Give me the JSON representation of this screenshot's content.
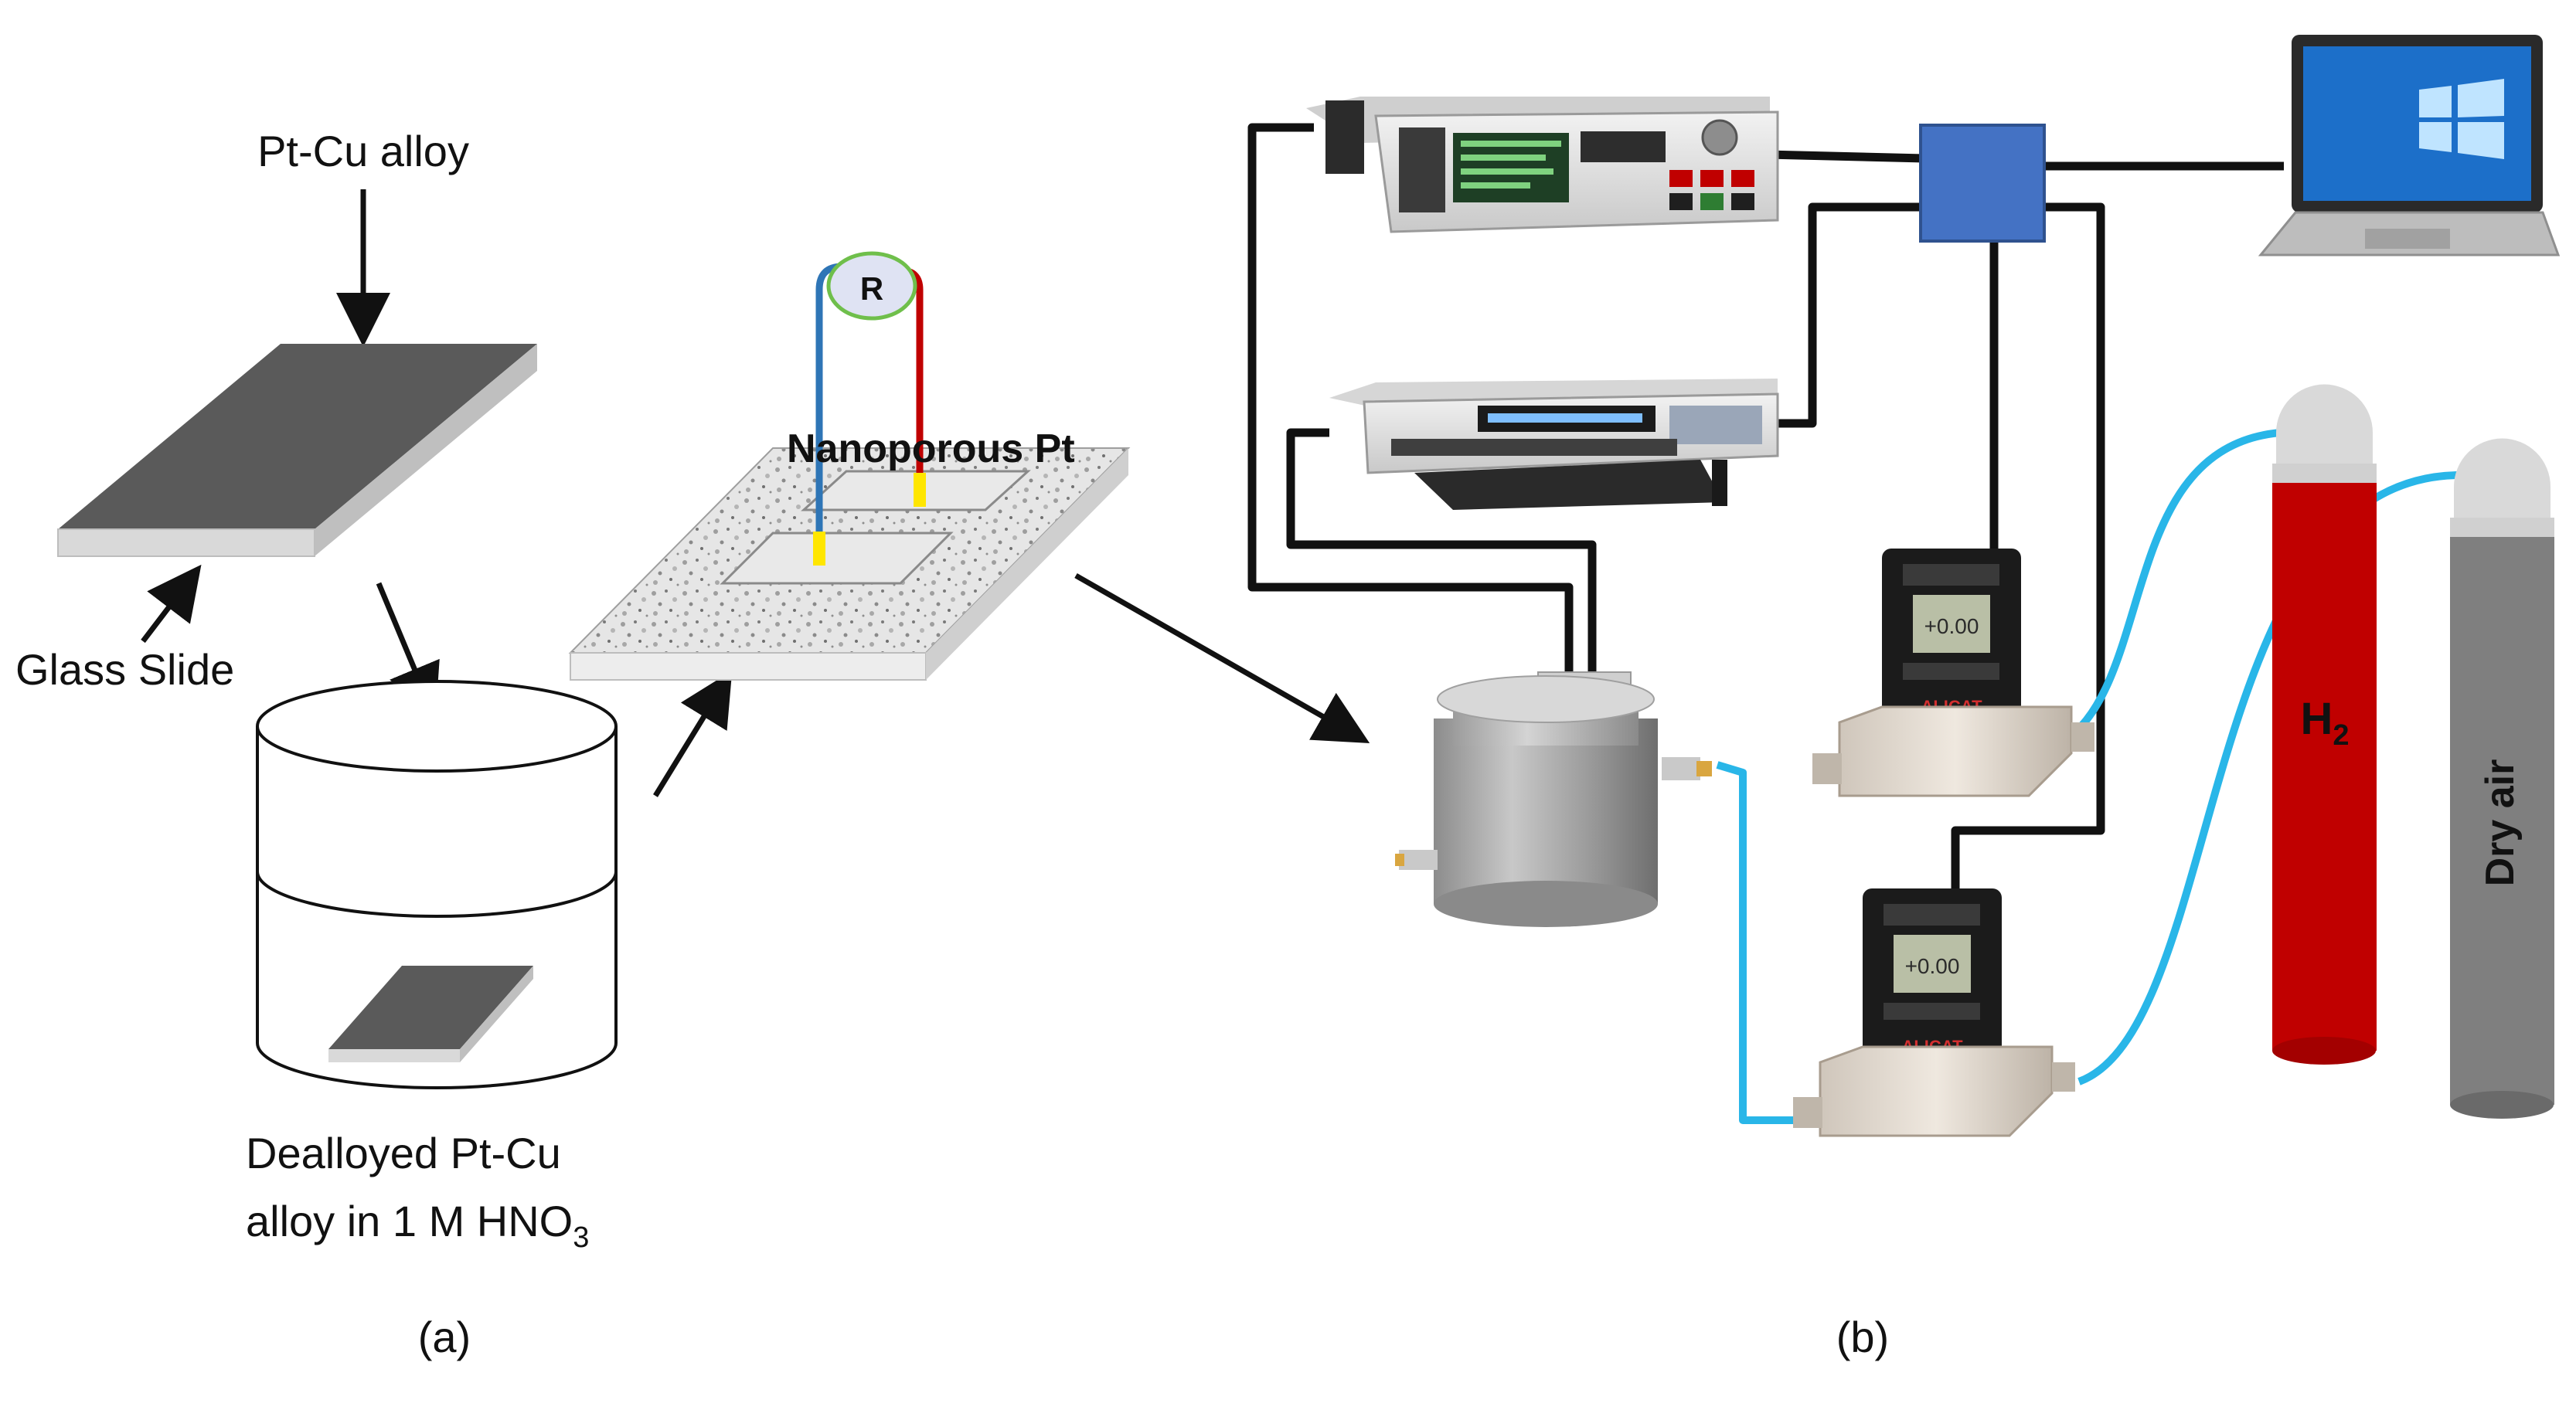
{
  "panel_a": {
    "label": "(a)",
    "pt_cu_alloy": "Pt-Cu alloy",
    "glass_slide": "Glass Slide",
    "dealloyed_line1": "Dealloyed Pt-Cu",
    "dealloyed_line2": "alloy in 1 M HNO",
    "dealloyed_sub": "3",
    "nanoporous": "Nanoporous Pt",
    "resistor": "R"
  },
  "panel_b": {
    "label": "(b)",
    "h2_main": "H",
    "h2_sub": "2",
    "dry_air": "Dry air",
    "mfc_display": "+0.00",
    "mfc_brand": "ALICAT"
  },
  "colors": {
    "alloy_top": "#5a5a5a",
    "glass": "#d9d9d9",
    "hub": "#4472c4",
    "gas_line": "#29b6e8",
    "h2_cylinder": "#c00000",
    "air_cylinder": "#7f7f7f",
    "wire_blue": "#2e75b6",
    "wire_red": "#c00000",
    "contact": "#ffe600"
  }
}
